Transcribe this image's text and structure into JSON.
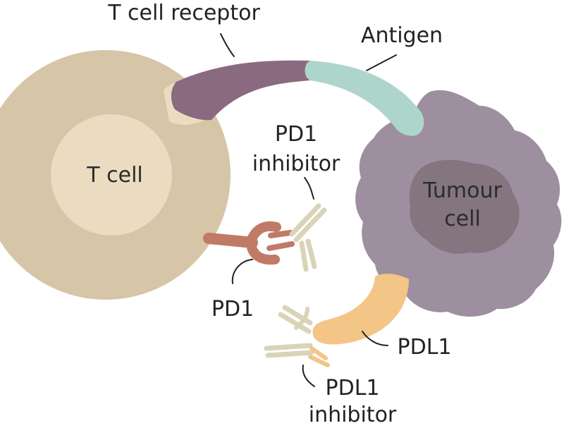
{
  "labels": {
    "t_cell": "T cell",
    "t_cell_receptor": "T cell receptor",
    "antigen": "Antigen",
    "pd1_inhibitor_line1": "PD1",
    "pd1_inhibitor_line2": "inhibitor",
    "tumour_line1": "Tumour",
    "tumour_line2": "cell",
    "pd1": "PD1",
    "pdl1": "PDL1",
    "pdl1_inhibitor_line1": "PDL1",
    "pdl1_inhibitor_line2": "inhibitor"
  },
  "colors": {
    "t_cell_outer": "#d6c5a7",
    "t_cell_inner": "#ebdcc1",
    "t_cell_receptor": "#8a6a80",
    "antigen": "#aed5cc",
    "tumour_outer": "#9d8f9f",
    "tumour_nucleus": "#84757f",
    "pd1": "#c07a66",
    "inhibitor": "#d9d4b8",
    "pdl1": "#f3c586"
  }
}
